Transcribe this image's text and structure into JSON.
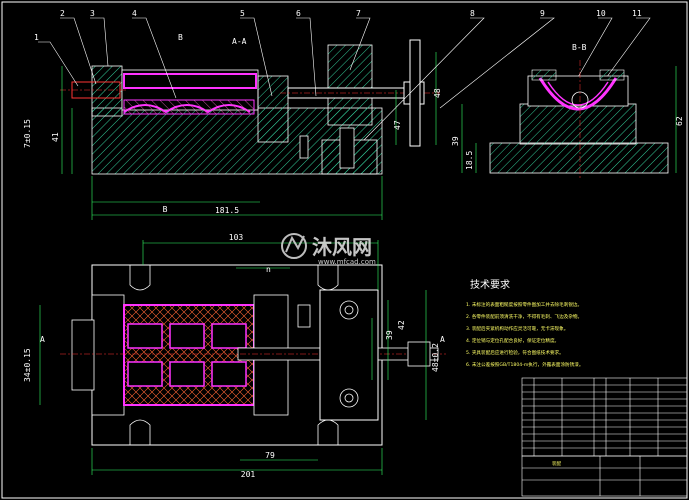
{
  "part_numbers": [
    "1",
    "2",
    "3",
    "4",
    "5",
    "6",
    "7",
    "8",
    "9",
    "10",
    "11"
  ],
  "section_labels": {
    "b_top": "B",
    "aa_top": "A-A",
    "bb_right": "B-B",
    "b_bottom": "B",
    "a_left": "A",
    "a_right": "A"
  },
  "dimensions": {
    "front_overall": "181.5",
    "front_height_left": "41",
    "front_tol_left": "7±0.15",
    "front_48": "48",
    "front_47": "47",
    "right_39": "39",
    "right_18_5": "18.5",
    "right_62": "62",
    "plan_103": "103",
    "plan_201": "201",
    "plan_79": "79",
    "plan_34": "34±0.15",
    "plan_48": "48±0.2",
    "plan_39": "39",
    "plan_42": "42",
    "plan_n": "n"
  },
  "tech_requirements": {
    "title": "技术要求",
    "items": [
      "1. 未标注的表面粗糙度按照零件图加工并去除毛刺锐边。",
      "2. 各零件装配前须清洗干净，不得有毛刺、飞边及杂物。",
      "3. 装配后夹紧机构动作应灵活可靠，无卡滞现象。",
      "4. 定位销与定位孔配合良好，保证定位精度。",
      "5. 夹具装配后应进行检验，符合图纸技术要求。",
      "6. 未注公差按照GB/T1804-m执行，外露表面涂防锈漆。"
    ]
  },
  "watermark": {
    "brand": "沐风网",
    "url": "www.mfcad.com"
  },
  "title_block": {
    "heading": "装配"
  },
  "colors": {
    "body_green": "#33cc99",
    "hatch_magenta": "#ff33ff",
    "dim_green": "#33ff66",
    "outline_white": "#ffffff",
    "leader_white": "#ffffff",
    "part_green": "#55ff88",
    "shaft_white": "#dddddd"
  }
}
